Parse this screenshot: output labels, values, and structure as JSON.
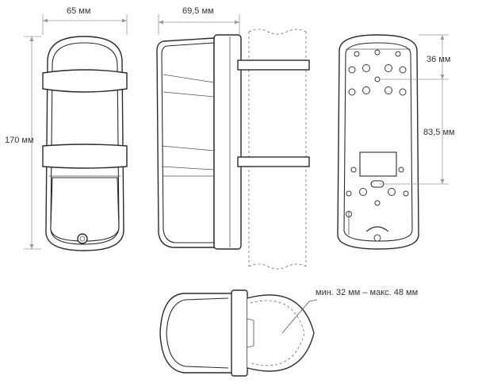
{
  "dimensions": {
    "width_front": "65 мм",
    "depth_side": "69,5 мм",
    "height": "170 мм",
    "mount_top": "36 мм",
    "mount_spacing": "83,5 мм",
    "pole_range": "мин. 32 мм – макс. 48 мм"
  }
}
